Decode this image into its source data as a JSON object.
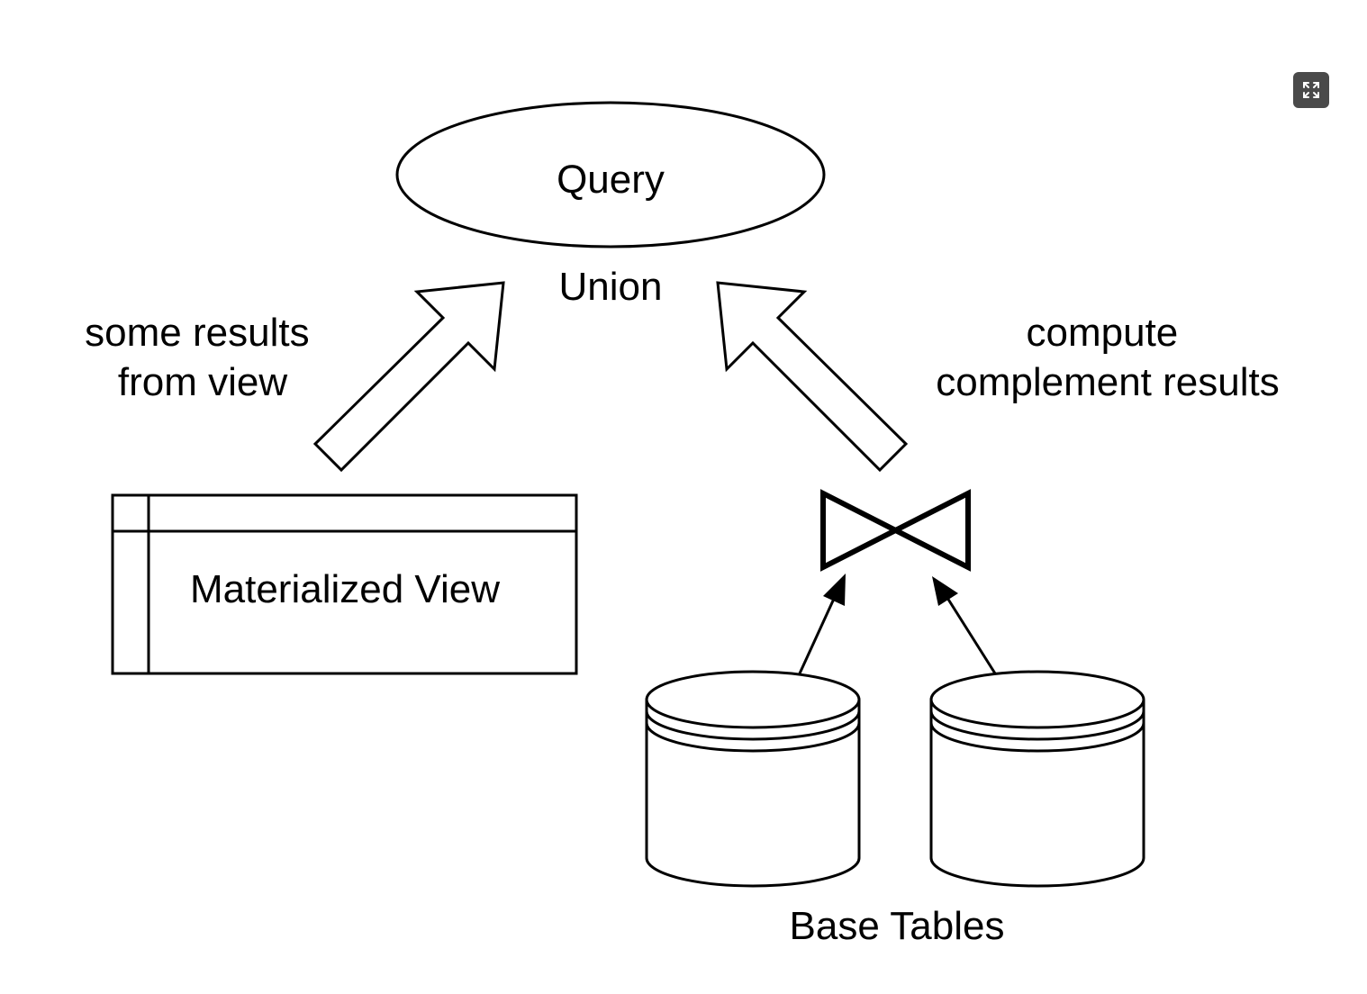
{
  "diagram": {
    "query_label": "Query",
    "union_label": "Union",
    "left_caption": [
      "some results",
      "from view"
    ],
    "right_caption": [
      "compute",
      "complement results"
    ],
    "view_label": "Materialized View",
    "base_tables_label": "Base Tables"
  },
  "toolbar": {
    "expand_icon": "expand-icon"
  },
  "colors": {
    "stroke": "#000000",
    "background": "#ffffff",
    "button": "#4a4a4a"
  }
}
